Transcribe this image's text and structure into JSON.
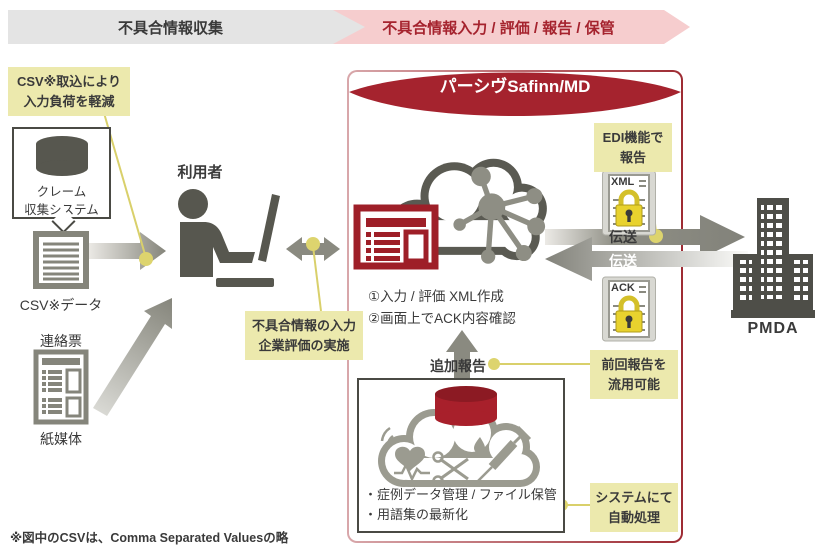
{
  "stages": {
    "collect": "不具合情報収集",
    "process": "不具合情報入力 / 評価 / 報告 / 保管"
  },
  "left": {
    "note_csv": "CSV※取込により\n入力負荷を軽減",
    "claim_system": "クレーム\n収集システム",
    "csv_data": "CSV※データ",
    "contact_sheet": "連絡票",
    "paper_media": "紙媒体"
  },
  "user": {
    "label": "利用者",
    "note": "不具合情報の入力\n企業評価の実施"
  },
  "system": {
    "title": "パーシヴSafinn/MD",
    "steps": "①入力 / 評価 XML作成\n②画面上でACK内容確認",
    "additional_report": "追加報告",
    "storage_functions": "・症例データ管理 / ファイル保管\n・用語集の最新化",
    "note_edi": "EDI機能で\n報告",
    "note_reuse": "前回報告を\n流用可能",
    "note_auto": "システムにて\n自動処理"
  },
  "transfer": {
    "to_pmda": "伝送",
    "from_pmda": "伝送",
    "xml_label": "XML",
    "ack_label": "ACK",
    "pmda_label": "PMDA"
  },
  "footnote": "※図中のCSVは、Comma Separated Valuesの略",
  "colors": {
    "dark_red": "#a5232e",
    "pink_bar": "#f6cdce",
    "gray_bar": "#e4e4e4",
    "note_yellow": "#ece9ad",
    "arrow_gray": "#8a8a80",
    "icon_dark": "#57574f",
    "building_gray": "#4e4e48",
    "connector_yellow": "#d9d06b",
    "lock_yellow": "#e8d22e"
  }
}
